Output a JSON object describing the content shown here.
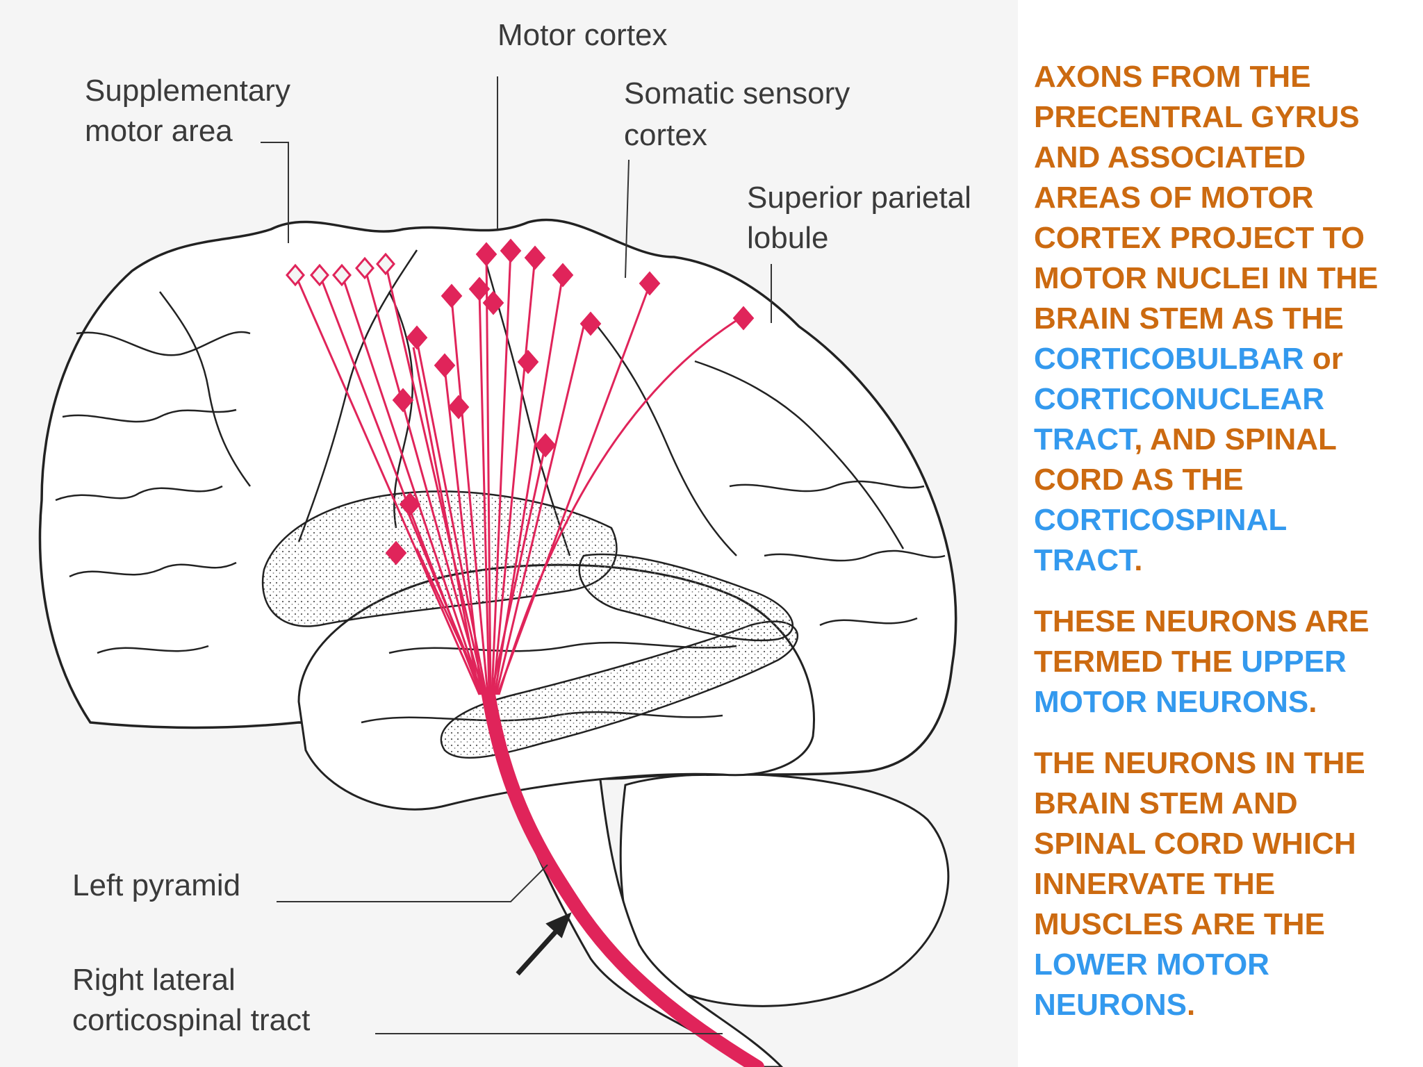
{
  "diagram": {
    "labels": {
      "motor_cortex": "Motor cortex",
      "supplementary_1": "Supplementary",
      "supplementary_2": "motor area",
      "somatic_1": "Somatic sensory",
      "somatic_2": "cortex",
      "parietal_1": "Superior parietal",
      "parietal_2": "lobule",
      "left_pyramid": "Left pyramid",
      "right_lateral_1": "Right lateral",
      "right_lateral_2": "corticospinal tract"
    }
  },
  "colors": {
    "orange": "#cc6a10",
    "blue": "#3399ee",
    "tract_red": "#e0245a",
    "outline": "#222222"
  },
  "text": {
    "p1": {
      "l1": "AXONS FROM THE",
      "l2": "PRECENTRAL GYRUS",
      "l3": "AND ASSOCIATED",
      "l4": "AREAS OF MOTOR",
      "l5": "CORTEX PROJECT TO",
      "l6": "MOTOR NUCLEI IN THE",
      "l7": "BRAIN STEM AS THE",
      "l8a": "CORTICOBULBAR",
      "l8b": " or",
      "l9": "CORTICONUCLEAR",
      "l10a": "TRACT",
      "l10b": ", AND SPINAL",
      "l11": "CORD AS THE",
      "l12": "CORTICOSPINAL",
      "l13a": "TRACT",
      "l13b": "."
    },
    "p2": {
      "l1": "THESE NEURONS ARE",
      "l2a": "TERMED THE ",
      "l2b": "UPPER",
      "l3a": "MOTOR NEURONS",
      "l3b": "."
    },
    "p3": {
      "l1": "THE NEURONS IN THE",
      "l2": "BRAIN STEM AND",
      "l3": "SPINAL CORD WHICH",
      "l4": "INNERVATE THE",
      "l5": "MUSCLES ARE THE",
      "l6": "LOWER MOTOR",
      "l7a": "NEURONS",
      "l7b": "."
    }
  }
}
